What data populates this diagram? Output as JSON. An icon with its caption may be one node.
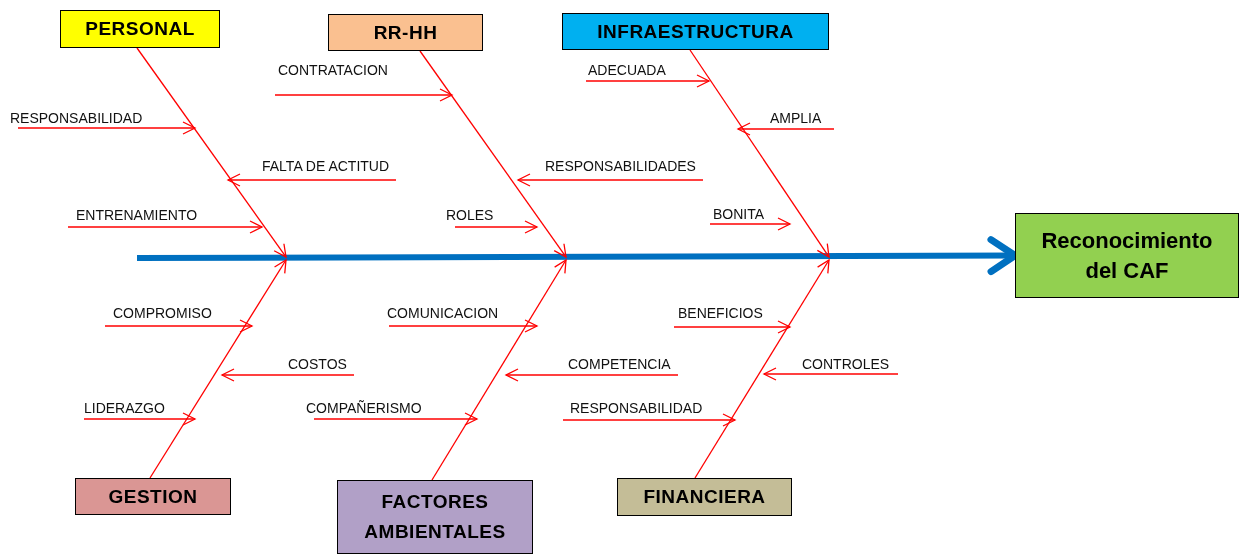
{
  "diagram": {
    "nodes": [
      {
        "text": [
          "PERSONAL"
        ]
      },
      {
        "text": [
          "RR-HH"
        ]
      },
      {
        "text": [
          "INFRAESTRUCTURA"
        ]
      },
      {
        "text": [
          "Reconocimiento del CAF"
        ]
      },
      {
        "text": [
          "GESTION"
        ]
      },
      {
        "text": [
          "FACTORES AMBIENTALES"
        ]
      },
      {
        "text": [
          "FINANCIERA"
        ]
      },
      {
        "text": [
          "RESPONSABILIDAD"
        ]
      },
      {
        "text": [
          "FALTA DE ACTITUD"
        ]
      },
      {
        "text": [
          "ENTRENAMIENTO"
        ]
      },
      {
        "text": [
          "CONTRATACION"
        ]
      },
      {
        "text": [
          "RESPONSABILIDADES"
        ]
      },
      {
        "text": [
          "ROLES"
        ]
      },
      {
        "text": [
          "ADECUADA"
        ]
      },
      {
        "text": [
          "AMPLIA"
        ]
      },
      {
        "text": [
          "BONITA"
        ]
      },
      {
        "text": [
          "COMPROMISO"
        ]
      },
      {
        "text": [
          "COSTOS"
        ]
      },
      {
        "text": [
          "LIDERAZGO"
        ]
      },
      {
        "text": [
          "COMUNICACION"
        ]
      },
      {
        "text": [
          "COMPETENCIA"
        ]
      },
      {
        "text": [
          "COMPAÑERISMO"
        ]
      },
      {
        "text": [
          "BENEFICIOS"
        ]
      },
      {
        "text": [
          "CONTROLES"
        ]
      },
      {
        "text": [
          "RESPONSABILIDAD"
        ]
      }
    ],
    "edges": [
      {
        "from": null,
        "to": 3,
        "arrow": "to",
        "style": "thick",
        "color": "#0070c0"
      },
      {
        "from": 0,
        "to": null,
        "arrow": "to"
      },
      {
        "from": 1,
        "to": null,
        "arrow": "to"
      },
      {
        "from": 2,
        "to": null,
        "arrow": "to"
      },
      {
        "from": 4,
        "to": null,
        "arrow": "to"
      },
      {
        "from": 5,
        "to": null,
        "arrow": "to"
      },
      {
        "from": 6,
        "to": null,
        "arrow": "to"
      },
      {
        "from": 7,
        "to": null,
        "arrow": "to"
      },
      {
        "from": 8,
        "to": null,
        "arrow": "to"
      },
      {
        "from": 9,
        "to": null,
        "arrow": "to"
      },
      {
        "from": 10,
        "to": null,
        "arrow": "to"
      },
      {
        "from": 11,
        "to": null,
        "arrow": "to"
      },
      {
        "from": 12,
        "to": null,
        "arrow": "to"
      },
      {
        "from": 13,
        "to": null,
        "arrow": "to"
      },
      {
        "from": 14,
        "to": null,
        "arrow": "to"
      },
      {
        "from": 15,
        "to": null,
        "arrow": "to"
      },
      {
        "from": 16,
        "to": null,
        "arrow": "to"
      },
      {
        "from": 17,
        "to": null,
        "arrow": "to"
      },
      {
        "from": 18,
        "to": null,
        "arrow": "to"
      },
      {
        "from": 19,
        "to": null,
        "arrow": "to"
      },
      {
        "from": 20,
        "to": null,
        "arrow": "to"
      },
      {
        "from": 21,
        "to": null,
        "arrow": "to"
      },
      {
        "from": 22,
        "to": null,
        "arrow": "to"
      },
      {
        "from": 23,
        "to": null,
        "arrow": "to"
      },
      {
        "from": 24,
        "to": null,
        "arrow": "to"
      }
    ]
  }
}
